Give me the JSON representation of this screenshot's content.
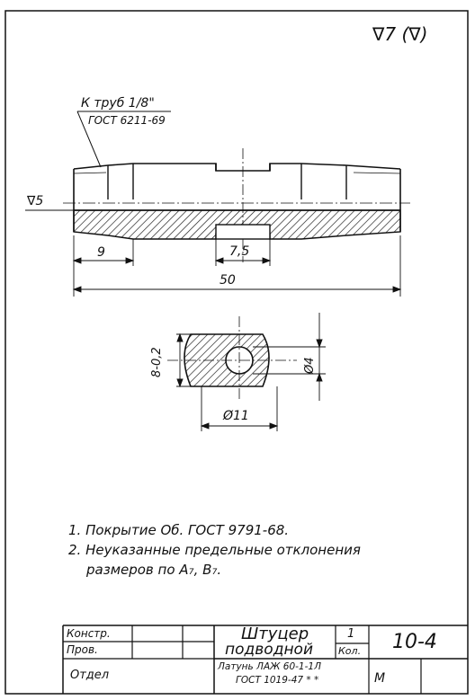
{
  "drawing": {
    "roughness_general": "∇7 (∇)",
    "thread_note_line1": "К труб 1/8\"",
    "thread_note_line2": "ГОСТ 6211-69",
    "roughness_local": "∇5",
    "dim_end_length": "9",
    "dim_groove_width": "7,5",
    "dim_total_length": "50",
    "dim_flat_height": "8-0,2",
    "dim_outer_diameter": "Ø11",
    "dim_bore_diameter": "Ø4"
  },
  "notes": [
    "1. Покрытие Об. ГОСТ 9791-68.",
    "2. Неуказанные предельные отклонения",
    "размеров по A₇, B₇."
  ],
  "title_block": {
    "designer_label": "Констр.",
    "checker_label": "Пров.",
    "department_label": "Отдел",
    "part_name_line1": "Штуцер",
    "part_name_line2": "подводной",
    "quantity_value": "1",
    "quantity_label": "Кол.",
    "drawing_number": "10-4",
    "material_line1": "Латунь ЛАЖ 60-1-1Л",
    "material_line2": "ГОСТ 1019-47 * *",
    "scale_label": "М"
  }
}
